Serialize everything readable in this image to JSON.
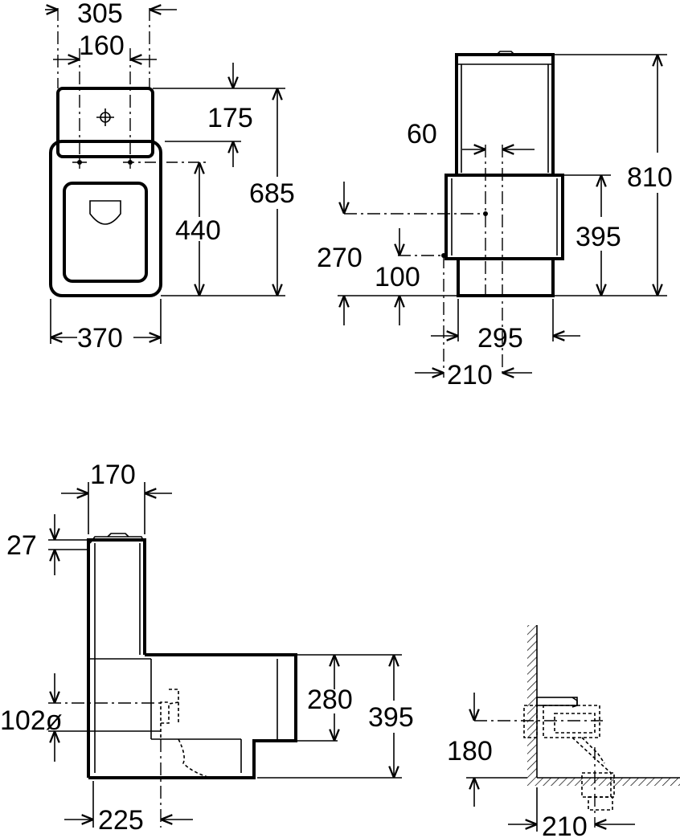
{
  "top_view": {
    "width_top": "305",
    "holes_spacing": "160",
    "tank_depth": "175",
    "hole_to_front": "440",
    "total_length": "685",
    "bowl_width": "370"
  },
  "side_view": {
    "outlet_offset": "60",
    "total_height": "810",
    "bowl_height": "395",
    "inlet_height": "270",
    "outlet_height": "100",
    "base_width": "295",
    "axis_to_wall": "210"
  },
  "front_view": {
    "tank_thickness": "170",
    "lid_height": "27",
    "outlet_diameter": "102ø",
    "rim_height": "280",
    "bowl_height": "395",
    "outlet_from_wall": "225"
  },
  "detail_view": {
    "outlet_height": "180",
    "wall_offset": "210"
  }
}
